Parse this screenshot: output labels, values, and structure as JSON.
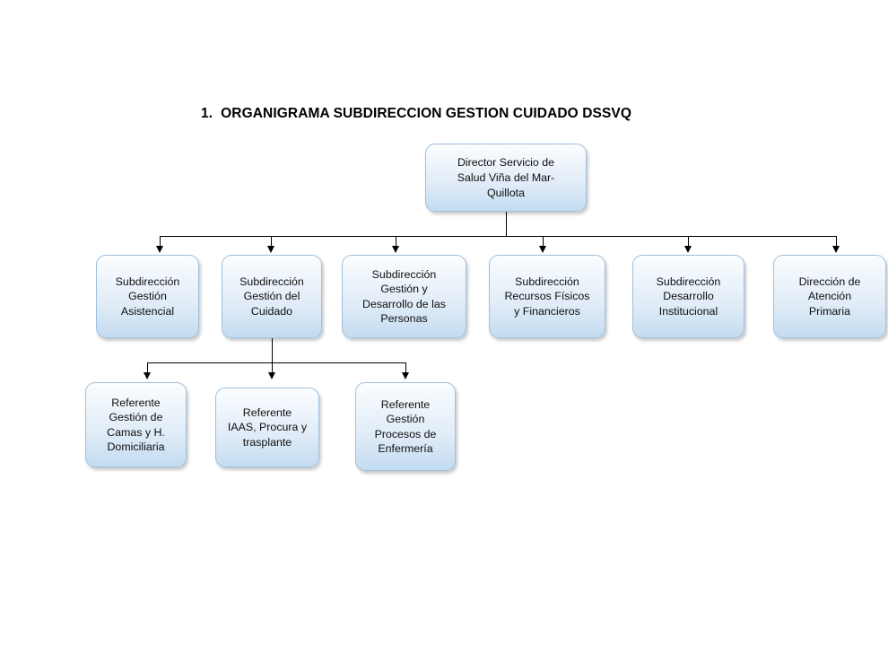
{
  "title": {
    "number": "1.",
    "text": "ORGANIGRAMA SUBDIRECCION GESTION CUIDADO DSSVQ"
  },
  "colors": {
    "box_border": "#9fc0de",
    "box_fill_top": "#fbfdff",
    "box_fill_bottom": "#c3dcf0",
    "connector": "#000000",
    "text": "#0f0f0f",
    "background": "#ffffff"
  },
  "org": {
    "root": {
      "label": "Director Servicio de\nSalud Viña del Mar-\nQuillota"
    },
    "level2": [
      {
        "label": "Subdirección\nGestión\nAsistencial"
      },
      {
        "label": "Subdirección\nGestión del\nCuidado"
      },
      {
        "label": "Subdirección\nGestión y\nDesarrollo de las\nPersonas"
      },
      {
        "label": "Subdirección\nRecursos Físicos\ny Financieros"
      },
      {
        "label": "Subdirección\nDesarrollo\nInstitucional"
      },
      {
        "label": "Dirección de\nAtención\nPrimaria"
      }
    ],
    "level3": [
      {
        "label": "Referente\nGestión de\nCamas y H.\nDomiciliaria"
      },
      {
        "label": "Referente\nIAAS, Procura y\ntrasplante"
      },
      {
        "label": "Referente\nGestión\nProcesos de\nEnfermería"
      }
    ]
  }
}
